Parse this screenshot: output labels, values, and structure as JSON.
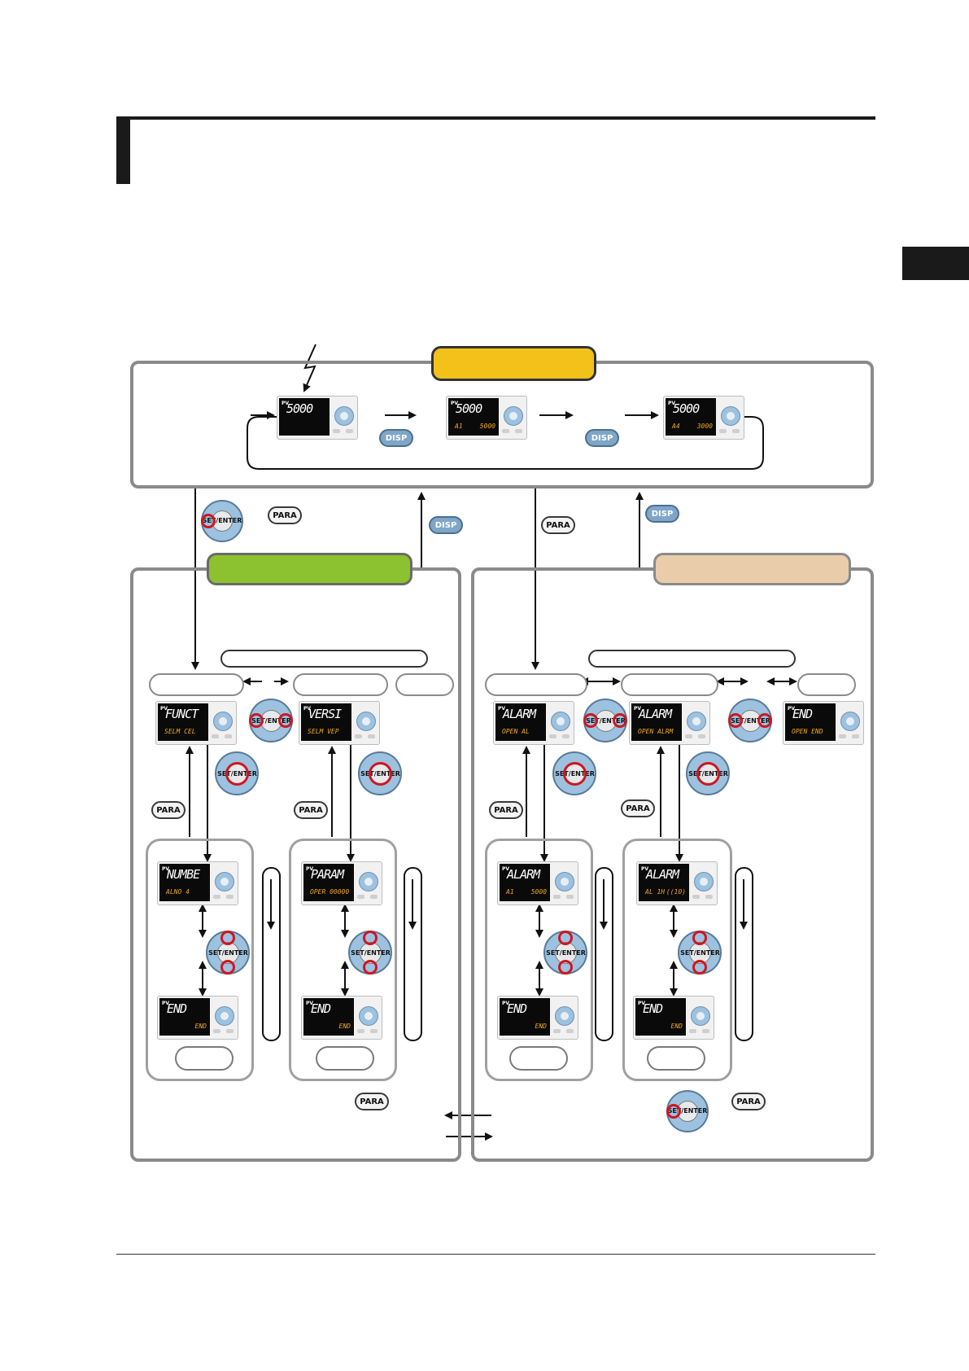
{
  "header": {
    "title": "",
    "chapter_tab": ""
  },
  "modes": {
    "operation": "",
    "setup": "",
    "operation_setting": ""
  },
  "displays": {
    "op1": {
      "pv": "PV",
      "line1": "5000",
      "line2": "",
      "line2r": ""
    },
    "op2": {
      "pv": "PV",
      "line1": "5000",
      "line2": "A1",
      "line2r": "5000"
    },
    "op3": {
      "pv": "PV",
      "line1": "5000",
      "line2": "A4",
      "line2r": "3000"
    },
    "funct": {
      "pv": "PV",
      "line1": "FUNCT",
      "line2": "SELM CEL",
      "line2r": ""
    },
    "versi": {
      "pv": "PV",
      "line1": "VERSI",
      "line2": "SELM VEP",
      "line2r": ""
    },
    "alarm_al": {
      "pv": "PV",
      "line1": "ALARM",
      "line2": "OPEN AL",
      "line2r": ""
    },
    "alarm_alrm": {
      "pv": "PV",
      "line1": "ALARM",
      "line2": "OPEN ALRM",
      "line2r": ""
    },
    "end_open": {
      "pv": "PV",
      "line1": "END",
      "line2": "OPEN END",
      "line2r": ""
    },
    "numbe": {
      "pv": "PV",
      "line1": "NUMBE",
      "line2": "ALNO 4",
      "line2r": ""
    },
    "param": {
      "pv": "PV",
      "line1": "PARAM",
      "line2": "OPER 00000",
      "line2r": ""
    },
    "alarm_a1": {
      "pv": "PV",
      "line1": "ALARM",
      "line2": "A1",
      "line2r": "5000"
    },
    "alarm_al1": {
      "pv": "PV",
      "line1": "ALARM",
      "line2": "AL 1H",
      "line2r": "((10)"
    },
    "end1": {
      "pv": "PV",
      "line1": "END",
      "line2": "",
      "line2r": "END"
    },
    "end2": {
      "pv": "PV",
      "line1": "END",
      "line2": "",
      "line2r": "END"
    },
    "end3": {
      "pv": "PV",
      "line1": "END",
      "line2": "",
      "line2r": "END"
    },
    "end4": {
      "pv": "PV",
      "line1": "END",
      "line2": "",
      "line2r": "END"
    }
  },
  "keys": {
    "para": "PARA",
    "disp": "DISP",
    "set_enter": "SET/\nENTER",
    "set": "SET/",
    "enter": "ENTER"
  },
  "colors": {
    "operation_mode": "#f2c21b",
    "setup_mode": "#8cc22f",
    "operation_setting_mode": "#e9cdaa",
    "highlight": "#d0161f"
  }
}
